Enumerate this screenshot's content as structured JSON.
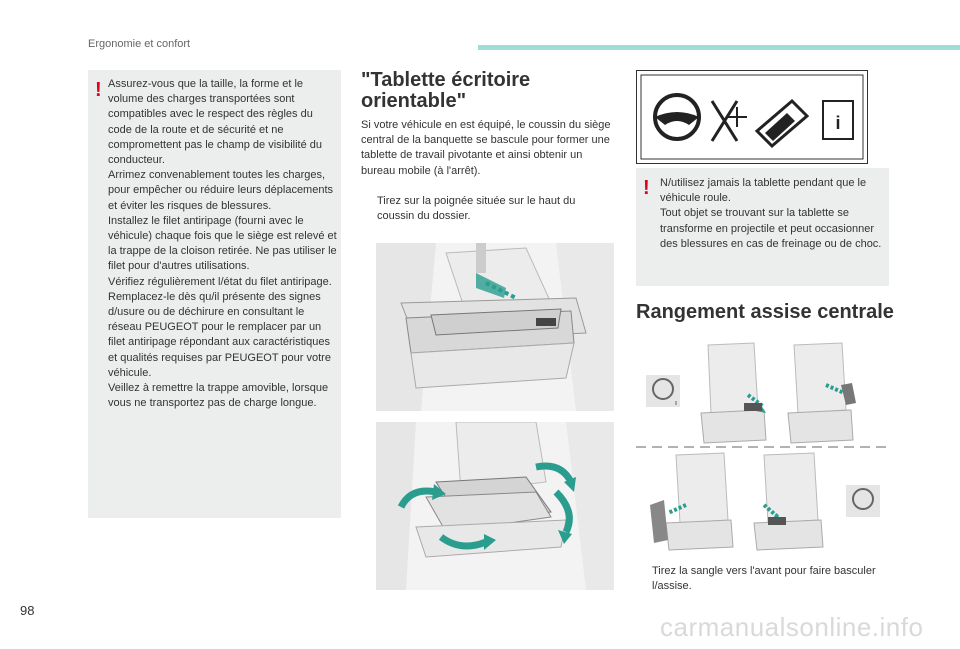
{
  "header": {
    "title": "Ergonomie et confort"
  },
  "left_warning": {
    "text": "Assurez-vous que la taille, la forme et le volume des charges transportées sont compatibles avec le respect des règles du code de la route et de sécurité et ne compromettent pas le champ de visibilité du conducteur.\nArrimez convenablement toutes les charges, pour empêcher ou réduire leurs déplacements et éviter les risques de blessures.\nInstallez le filet antiripage (fourni avec le véhicule) chaque fois que le siège est relevé et la trappe de la cloison retirée. Ne pas utiliser le filet pour d'autres utilisations.\nVérifiez régulièrement l/état du filet antiripage. Remplacez-le dès qu/il présente des signes d/usure ou de déchirure en consultant le réseau PEUGEOT pour le remplacer par un filet antiripage répondant aux caractéristiques et qualités requises par PEUGEOT pour votre véhicule.\nVeillez à remettre la trappe amovible, lorsque vous ne transportez pas de charge longue."
  },
  "tablette": {
    "title": "\"Tablette écritoire orientable\"",
    "intro": "Si votre véhicule en est équipé, le coussin du siège central de la banquette se bascule pour former une tablette de travail pivotante et ainsi obtenir un bureau mobile (à l'arrêt).",
    "bullet_mark": "",
    "bullet": "Tirez sur la poignée située sur le haut du coussin du dossier."
  },
  "right_warning": {
    "text": "N/utilisez jamais la tablette pendant que le véhicule roule.\nTout objet se trouvant sur la tablette se transforme en projectile et peut occasionner des blessures en cas de freinage ou de choc."
  },
  "rangement": {
    "title": "Rangement assise centrale",
    "bullet_mark": "",
    "bullet": "Tirez la sangle vers l'avant pour faire basculer l/assise."
  },
  "icons": {
    "warning_mark": "!",
    "info_glyph": "i"
  },
  "colors": {
    "warning_red": "#e2001a",
    "accent_teal": "#9fded8",
    "warning_bg": "#eceded",
    "arrow_teal": "#2a9d8f"
  },
  "footer": {
    "page_number": "98",
    "watermark": "carmanualsonline.info"
  }
}
